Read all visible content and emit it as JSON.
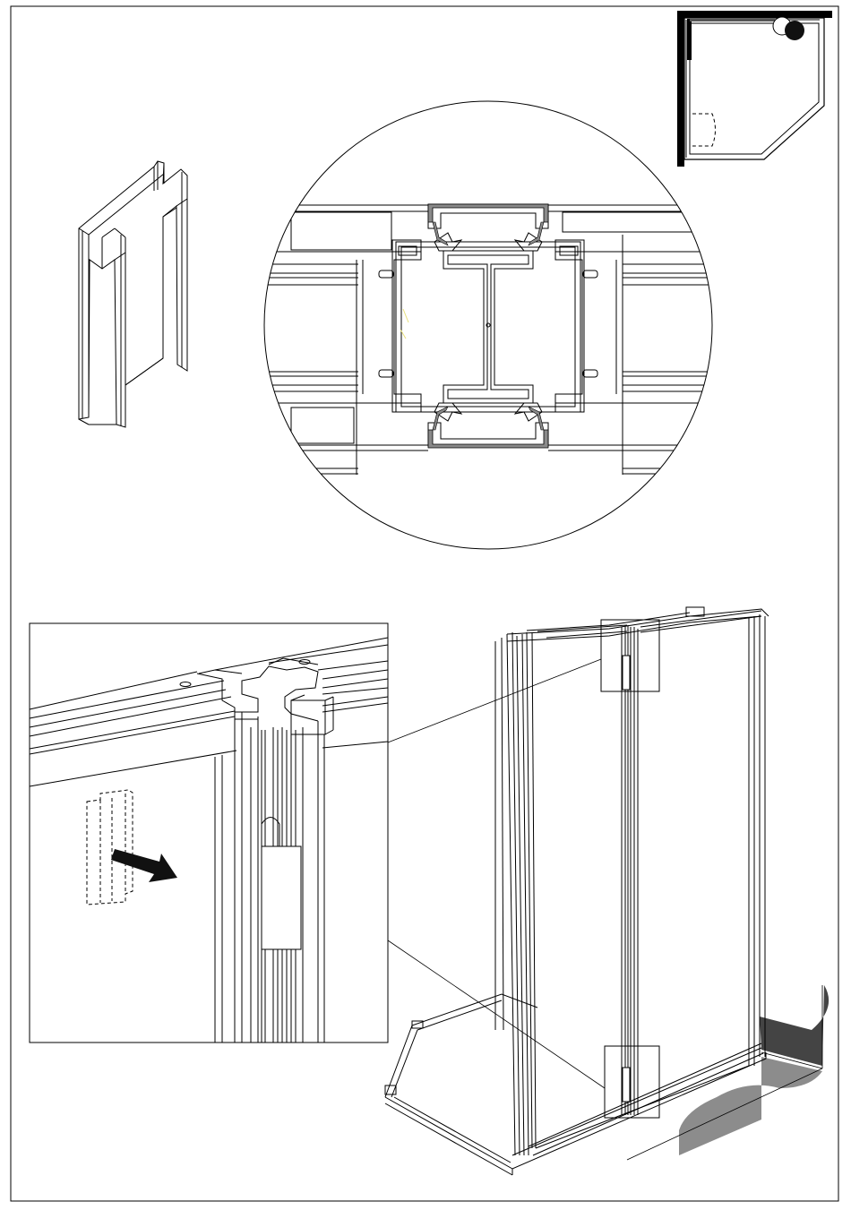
{
  "document": {
    "type": "assembly-instruction-sheet",
    "step_text": ""
  },
  "colors": {
    "ink": "#000000",
    "paper": "#ffffff",
    "gasket_gray": "#8a8a8a",
    "floor_dark": "#444444",
    "floor_mid": "#8c8c8c",
    "highlight_yellow": "#e8e07a"
  },
  "icons": {
    "floor_plan": "floor-plan-icon",
    "arrow": "pull-arrow-icon",
    "profile": "h-profile-icon"
  },
  "callouts": {
    "floor_plan_markers": [
      "open-circle",
      "filled-circle"
    ],
    "detail_boxes": [
      "top-joint",
      "bottom-joint"
    ]
  }
}
